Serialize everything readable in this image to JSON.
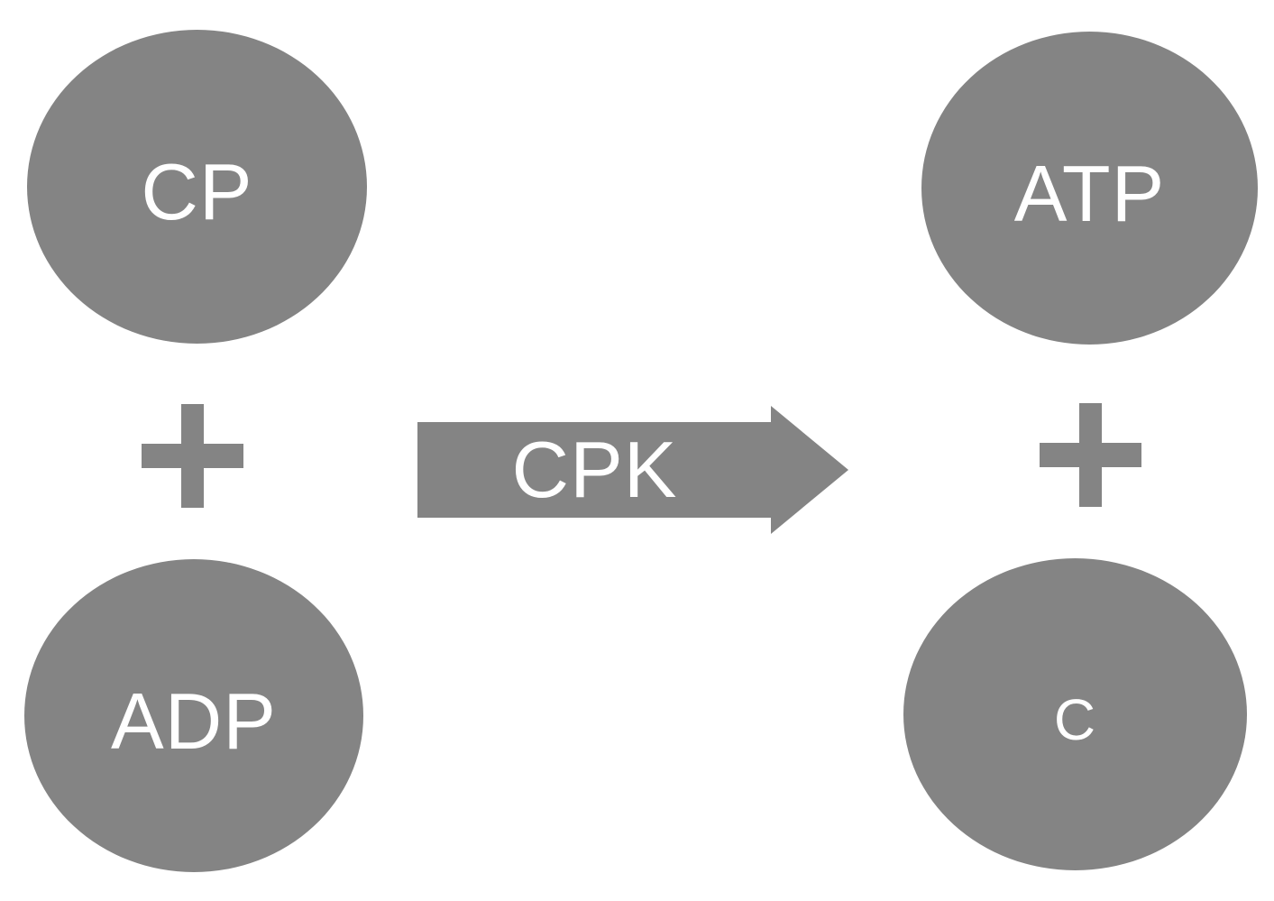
{
  "colors": {
    "background": "#ffffff",
    "shape": "#848484",
    "label": "#ffffff"
  },
  "nodes": {
    "cp": {
      "label": "CP"
    },
    "adp": {
      "label": "ADP"
    },
    "atp": {
      "label": "ATP"
    },
    "c": {
      "label": "C"
    }
  },
  "operators": {
    "left": "+",
    "right": "+"
  },
  "arrow": {
    "label": "CPK"
  }
}
